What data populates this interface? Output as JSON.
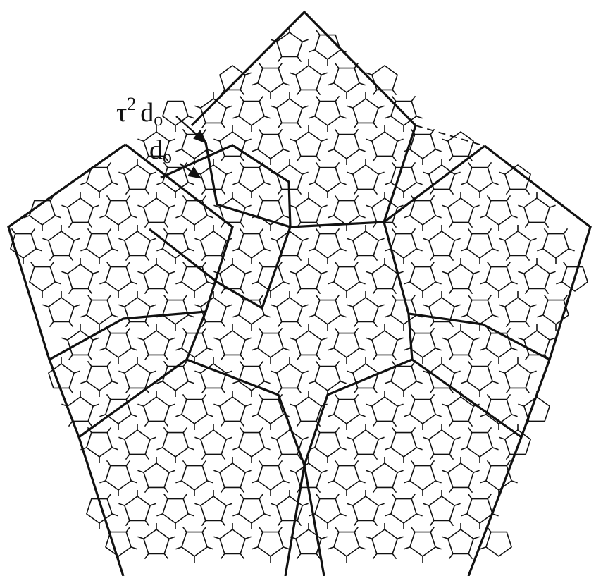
{
  "figure": {
    "annotations": [
      {
        "id": "tau2-d0",
        "base": "τ",
        "sup": "2",
        "main": "d",
        "sub": "o"
      },
      {
        "id": "d0",
        "main": "d",
        "sub": "o"
      }
    ],
    "colors": {
      "line": "#111111",
      "background": "#ffffff"
    }
  }
}
